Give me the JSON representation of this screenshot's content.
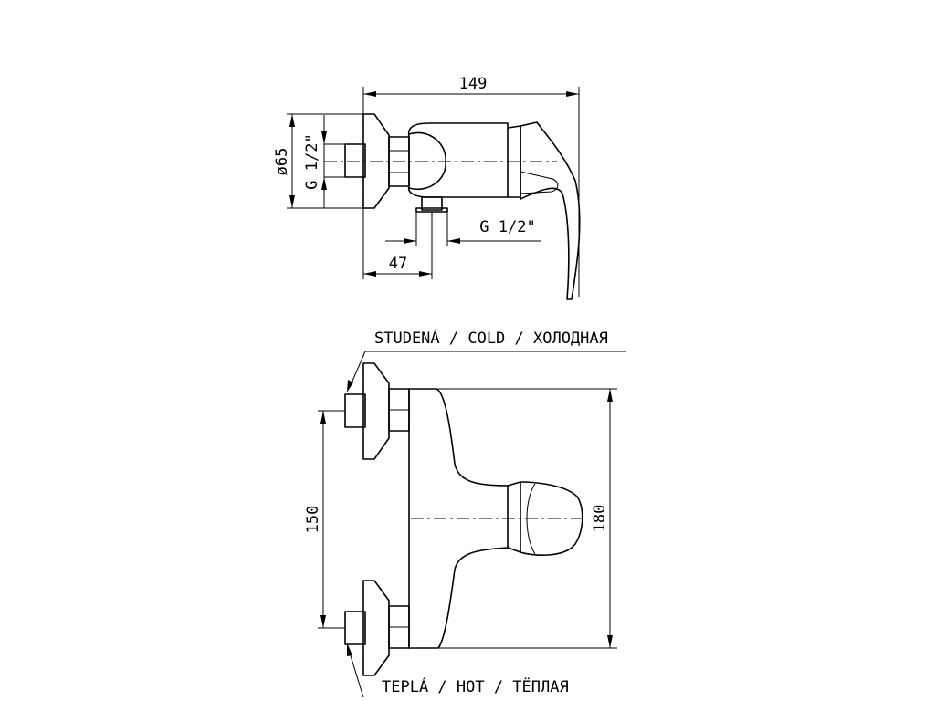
{
  "dimensions": {
    "width_total": "149",
    "diameter_flange": "ø65",
    "thread_inlet": "G 1/2\"",
    "thread_outlet": "G 1/2\"",
    "offset_outlet": "47",
    "inlet_spacing": "150",
    "body_height": "180"
  },
  "labels": {
    "cold": "STUDENÁ / COLD / ХОЛОДНАЯ",
    "hot": "TEPLÁ / HOT / ТЁПЛАЯ"
  }
}
